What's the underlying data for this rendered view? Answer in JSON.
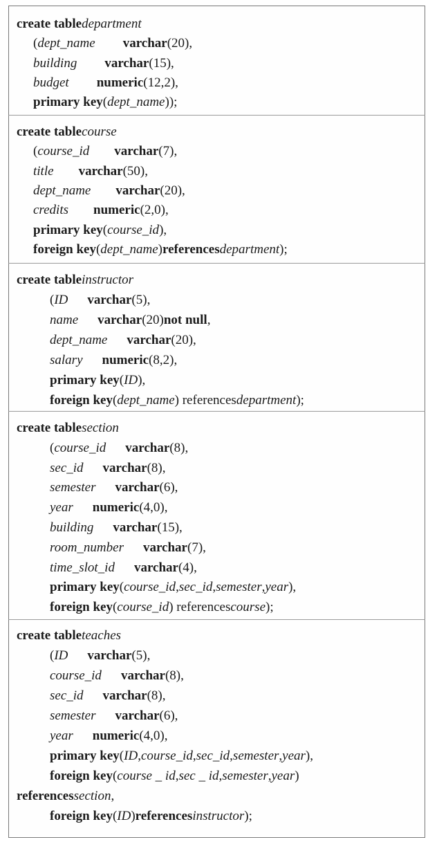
{
  "blocks": [
    {
      "lines": [
        [
          [
            "k",
            "create table "
          ],
          [
            "i",
            "department"
          ]
        ],
        [
          [
            "n",
            "("
          ],
          [
            "i",
            "dept_name"
          ],
          [
            "sp",
            ""
          ],
          [
            "k",
            "varchar"
          ],
          [
            "n",
            "(20),"
          ]
        ],
        [
          [
            "i",
            "building"
          ],
          [
            "sp",
            ""
          ],
          [
            "k",
            "varchar"
          ],
          [
            "n",
            " (15),"
          ]
        ],
        [
          [
            "i",
            "budget"
          ],
          [
            "sp",
            ""
          ],
          [
            "k",
            "numeric"
          ],
          [
            "n",
            " (12,2),"
          ]
        ],
        [
          [
            "k",
            "primary key"
          ],
          [
            "n",
            " ("
          ],
          [
            "i",
            "dept_name"
          ],
          [
            "n",
            "));"
          ]
        ]
      ]
    },
    {
      "lines": [
        [
          [
            "k",
            "create table "
          ],
          [
            "i",
            "course"
          ]
        ],
        [
          [
            "n",
            "("
          ],
          [
            "i",
            "course_id"
          ],
          [
            "sp",
            ""
          ],
          [
            "k",
            "varchar"
          ],
          [
            "n",
            " (7),"
          ]
        ],
        [
          [
            "i",
            "title"
          ],
          [
            "sp",
            ""
          ],
          [
            "k",
            "varchar"
          ],
          [
            "n",
            " (50),"
          ]
        ],
        [
          [
            "i",
            "dept_name"
          ],
          [
            "sp",
            ""
          ],
          [
            "k",
            "varchar"
          ],
          [
            "n",
            " (20),"
          ]
        ],
        [
          [
            "i",
            "credits"
          ],
          [
            "sp",
            ""
          ],
          [
            "k",
            "numeric"
          ],
          [
            "n",
            " (2,0),"
          ]
        ],
        [
          [
            "k",
            "primary key"
          ],
          [
            "n",
            " ("
          ],
          [
            "i",
            "course_id"
          ],
          [
            "n",
            " ),"
          ]
        ],
        [
          [
            "k",
            "foreign key"
          ],
          [
            "n",
            " ("
          ],
          [
            "i",
            "dept_name"
          ],
          [
            "n",
            ") "
          ],
          [
            "k",
            "references "
          ],
          [
            "i",
            "department"
          ],
          [
            "n",
            ");"
          ]
        ]
      ]
    },
    {
      "lines": [
        [
          [
            "k",
            "create table "
          ],
          [
            "i",
            "instructor"
          ]
        ],
        [
          [
            "n",
            "("
          ],
          [
            "i",
            "ID"
          ],
          [
            "sp",
            ""
          ],
          [
            "k",
            "varchar"
          ],
          [
            "n",
            " (5),"
          ]
        ],
        [
          [
            "i",
            "name"
          ],
          [
            "sp",
            ""
          ],
          [
            "k",
            "varchar"
          ],
          [
            "n",
            " (20) "
          ],
          [
            "k",
            "not null"
          ],
          [
            "n",
            ","
          ]
        ],
        [
          [
            "i",
            "dept_name"
          ],
          [
            "sp",
            ""
          ],
          [
            "k",
            "varchar"
          ],
          [
            "n",
            " (20),"
          ]
        ],
        [
          [
            "i",
            "salary"
          ],
          [
            "sp",
            ""
          ],
          [
            "k",
            "numeric"
          ],
          [
            "n",
            " (8,2),"
          ]
        ],
        [
          [
            "k",
            "primary key"
          ],
          [
            "n",
            " ("
          ],
          [
            "i",
            "ID"
          ],
          [
            "n",
            " ),"
          ]
        ],
        [
          [
            "k",
            "foreign key"
          ],
          [
            "n",
            " ("
          ],
          [
            "i",
            "dept_name"
          ],
          [
            "n",
            ") references "
          ],
          [
            "i",
            "department"
          ],
          [
            "n",
            ");"
          ]
        ]
      ]
    },
    {
      "lines": [
        [
          [
            "k",
            "create table "
          ],
          [
            "i",
            "section"
          ]
        ],
        [
          [
            "n",
            "("
          ],
          [
            "i",
            "course_id"
          ],
          [
            "sp",
            ""
          ],
          [
            "k",
            "varchar"
          ],
          [
            "n",
            " (8),"
          ]
        ],
        [
          [
            "i",
            "sec_id"
          ],
          [
            "sp",
            ""
          ],
          [
            "k",
            "varchar"
          ],
          [
            "n",
            " (8),"
          ]
        ],
        [
          [
            "i",
            "semester"
          ],
          [
            "sp",
            ""
          ],
          [
            "k",
            "varchar"
          ],
          [
            "n",
            " (6),"
          ]
        ],
        [
          [
            "i",
            "year"
          ],
          [
            "sp",
            ""
          ],
          [
            "k",
            "numeric"
          ],
          [
            "n",
            " (4,0),"
          ]
        ],
        [
          [
            "i",
            "building"
          ],
          [
            "sp",
            ""
          ],
          [
            "k",
            "varchar"
          ],
          [
            "n",
            " (15),"
          ]
        ],
        [
          [
            "i",
            "room_number"
          ],
          [
            "sp",
            ""
          ],
          [
            "k",
            "varchar"
          ],
          [
            "n",
            " (7),"
          ]
        ],
        [
          [
            "i",
            "time_slot_id"
          ],
          [
            "sp",
            ""
          ],
          [
            "k",
            "varchar"
          ],
          [
            "n",
            " (4),"
          ]
        ],
        [
          [
            "k",
            "primary key"
          ],
          [
            "n",
            " ("
          ],
          [
            "i",
            "course_id"
          ],
          [
            "n",
            ", "
          ],
          [
            "i",
            "sec_id"
          ],
          [
            "n",
            ", "
          ],
          [
            "i",
            "semester"
          ],
          [
            "n",
            ", "
          ],
          [
            "i",
            "year"
          ],
          [
            "n",
            "),"
          ]
        ],
        [
          [
            "k",
            "foreign key"
          ],
          [
            "n",
            " ("
          ],
          [
            "i",
            "course_id"
          ],
          [
            "n",
            ") references "
          ],
          [
            "i",
            "course"
          ],
          [
            "n",
            ");"
          ]
        ]
      ]
    },
    {
      "lines": [
        [
          [
            "k",
            "create table "
          ],
          [
            "i",
            "teaches"
          ]
        ],
        [
          [
            "n",
            "("
          ],
          [
            "i",
            "ID"
          ],
          [
            "sp",
            ""
          ],
          [
            "k",
            "varchar"
          ],
          [
            "n",
            " (5),"
          ]
        ],
        [
          [
            "i",
            "course_id"
          ],
          [
            "sp",
            ""
          ],
          [
            "k",
            "varchar"
          ],
          [
            "n",
            " (8),"
          ]
        ],
        [
          [
            "i",
            "sec_id"
          ],
          [
            "sp",
            ""
          ],
          [
            "k",
            "varchar"
          ],
          [
            "n",
            " (8),"
          ]
        ],
        [
          [
            "i",
            "semester"
          ],
          [
            "sp",
            ""
          ],
          [
            "k",
            "varchar"
          ],
          [
            "n",
            " (6),"
          ]
        ],
        [
          [
            "i",
            "year"
          ],
          [
            "sp",
            ""
          ],
          [
            "k",
            "numeric"
          ],
          [
            "n",
            " (4,0),"
          ]
        ],
        [
          [
            "k",
            "primary key"
          ],
          [
            "n",
            " ("
          ],
          [
            "i",
            "ID"
          ],
          [
            "n",
            ", "
          ],
          [
            "i",
            "course_id"
          ],
          [
            "n",
            ", "
          ],
          [
            "i",
            "sec_id"
          ],
          [
            "n",
            ", "
          ],
          [
            "i",
            "semester"
          ],
          [
            "n",
            ", "
          ],
          [
            "i",
            "year"
          ],
          [
            "n",
            "),"
          ]
        ],
        [
          [
            "k",
            "foreign key"
          ],
          [
            "n",
            "  ( "
          ],
          [
            "i",
            "course _ id"
          ],
          [
            "n",
            ",  "
          ],
          [
            "i",
            "sec _ id"
          ],
          [
            "n",
            ",  "
          ],
          [
            "i",
            "semester"
          ],
          [
            "n",
            ",  "
          ],
          [
            "i",
            "year"
          ],
          [
            "n",
            ")"
          ]
        ],
        [
          [
            "k",
            "references "
          ],
          [
            "i",
            "section"
          ],
          [
            "n",
            ","
          ]
        ],
        [
          [
            "k",
            "foreign key"
          ],
          [
            "n",
            " ("
          ],
          [
            "i",
            "ID"
          ],
          [
            "n",
            ") "
          ],
          [
            "k",
            "references "
          ],
          [
            "i",
            "instructor"
          ],
          [
            "n",
            ");"
          ]
        ]
      ]
    }
  ]
}
